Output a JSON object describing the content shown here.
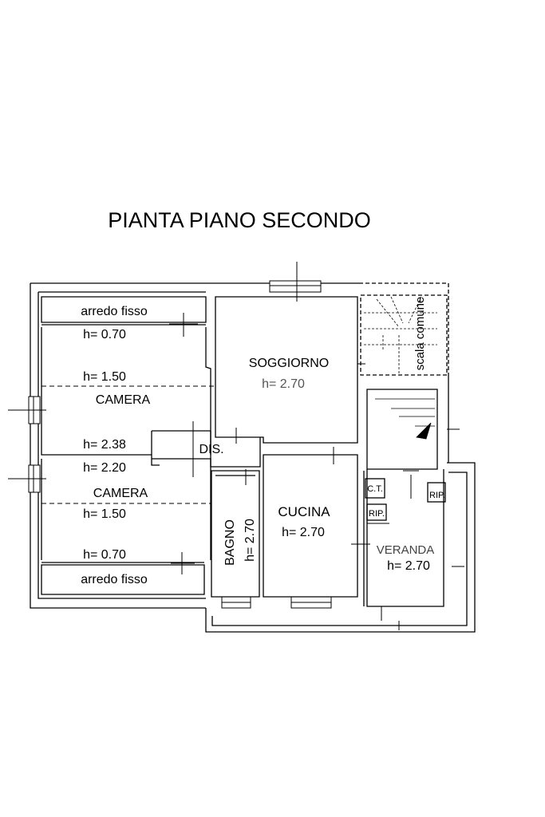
{
  "title": "PIANTA PIANO SECONDO",
  "rooms": {
    "arredo_top": {
      "label": "arredo fisso",
      "height": "h= 0.70"
    },
    "camera_1": {
      "h_top": "h= 1.50",
      "label": "CAMERA",
      "h_bottom": "h= 2.38"
    },
    "camera_2": {
      "h_top": "h= 2.20",
      "label": "CAMERA",
      "h_bottom": "h= 1.50"
    },
    "arredo_bottom": {
      "height": "h= 0.70",
      "label": "arredo fisso"
    },
    "soggiorno": {
      "label": "SOGGIORNO",
      "height": "h= 2.70"
    },
    "dis": {
      "label": "DIS."
    },
    "bagno": {
      "label": "BAGNO",
      "height": "h= 2.70"
    },
    "cucina": {
      "label": "CUCINA",
      "height": "h= 2.70"
    },
    "veranda": {
      "label": "VERANDA",
      "height": "h= 2.70"
    },
    "ct": {
      "label": "C.T."
    },
    "rip_1": {
      "label": "RIP."
    },
    "rip_2": {
      "label": "RIP."
    },
    "scala": {
      "label": "scala comune"
    }
  }
}
